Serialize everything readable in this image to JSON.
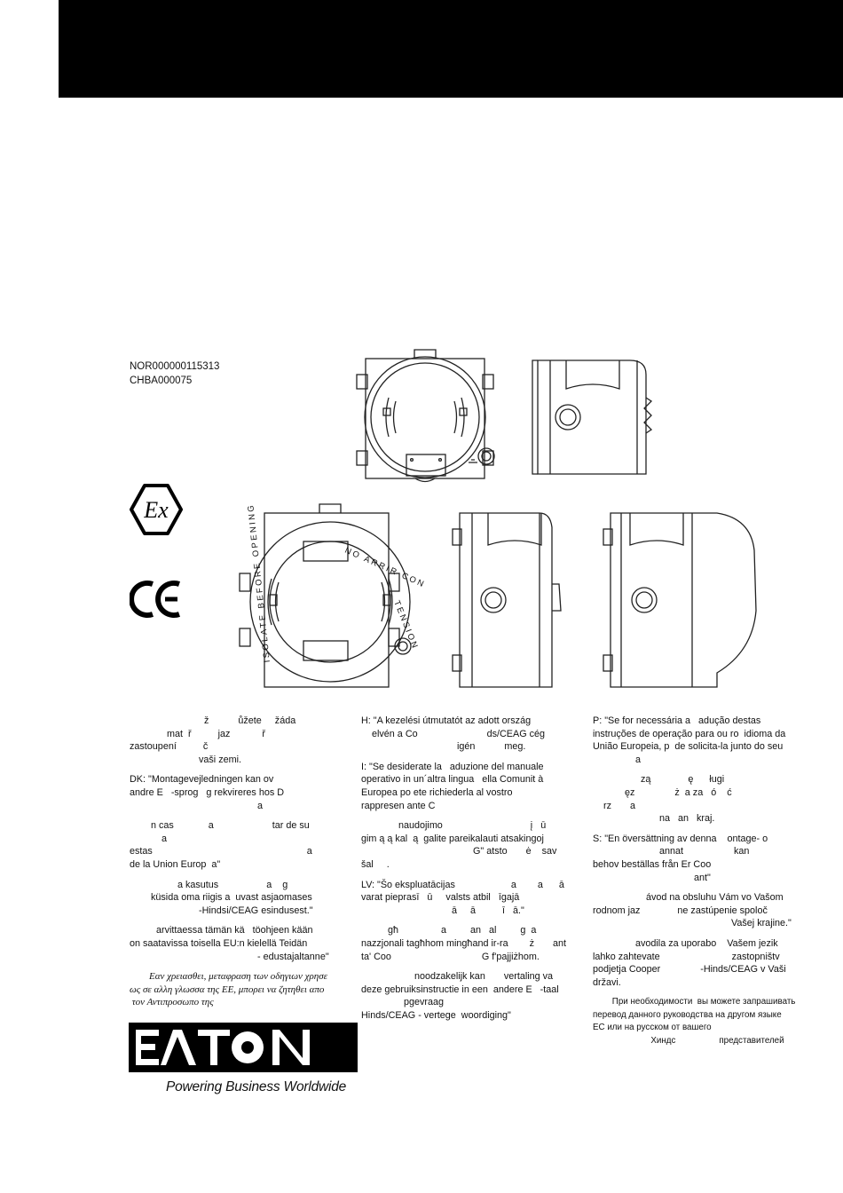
{
  "document_codes": [
    "NOR000000115313",
    "CHBA000075"
  ],
  "marks": {
    "ex": "Ex",
    "ce": "CE"
  },
  "drawing_labels": {
    "ring_top": "NO ARRIR CON",
    "ring_right": "TENSION",
    "ring_left": "ISOLATE BEFORE OPENING"
  },
  "columns": [
    [
      "              mat  ř          jaz            ř\nzastoupení          č\n                          vaši zemi.",
      "DK: \"Montagevejledningen kan ov\nandre E   -sprog   g rekvireres hos D\n                                                a",
      "        n cas             a                      tar de su\n            a\nestas                                                          a\nde la Union Europ  a\"",
      "                  a kasutus                  a    g\n        küsida oma riigis a  uvast asjaomases\n                          -Hindsi/CEAG esindusest.\"",
      "          arvittaessa tämän kä   töohjeen kään\non saatavissa toisella EU:n kielellä Teidän\n                                                - edustajaltanne\""
    ],
    [
      "H: \"A kezelési útmutatót az adott ország\n    elvén a Co                          ds/CEAG cég\n                                    igén           meg.",
      "I: \"Se desiderate la   aduzione del manuale\noperativo in un´altra lingua   ella Comunit à\nEuropea po ete richiederla al vostro\nrappresen ante C",
      "              naudojimo                                 į   ū\ngim ą ą kal  ą  galite pareikalauti atsakingoj\n                                          G\" atsto       ė    sav\nšal     .",
      "LV: \"Šo ekspluatācijas                     a        a      ā\nvarat pieprasī   ū     valsts atbil   īgajā\n                                  ā     ā          ī   ā.\"",
      "          għ                a         an   al         g  a\nnazzjonali tagħhom mingħand ir-ra        ż       ant\nta' Coo                                  G f'pajjiżhom.",
      "                    noodzakelijk kan       vertaling va\ndeze gebruiksinstructie in een  andere E   -taal\n                pgevraag\nHinds/CEAG - vertege  woordiging\""
    ],
    [
      "P: \"Se for necessária a   adução destas\ninstruções de operação para ou ro  idioma da\nUnião Europeia, p  de solicita-la junto do seu\n                a",
      "                  zą              ę      ługi\n            ęz               ż  a za   ó    ć\n    rz       a\n                         na   an   kraj.",
      "S: \"En översättning av denna    ontage- o\n                         annat                   kan\nbehov beställas från Er Coo\n                                      ant\"",
      "                    ávod na obsluhu Vám vo Vašom\nrodnom jaz              ne zastúpenie spoloč\n                                                    Vašej krajine.\"",
      "                avodila za uporabo    Vašem jezik\nlahko zahtevate                           zastopništv\npodjetja Cooper               -Hinds/CEAG v Vaši\ndržavi."
    ]
  ],
  "col1_heading": "                            ž           ůžete     žáda",
  "greek_text": "        Εαν χρειασθει, μεταφραση των οδηγιων χρησε\nως σε αλλη γλωσσα της ΕΕ, μπορει να ζητηθει απο\n τον Αντιπροσωπο της",
  "russian_text": "        При необходимости  вы можете запрашивать\nперевод данного руководства на другом языке\nЕС или на русском от вашего\n                        Хиндс                  представителей",
  "logo": {
    "wordmark": "EATON",
    "tagline": "Powering  Business  Worldwide"
  }
}
